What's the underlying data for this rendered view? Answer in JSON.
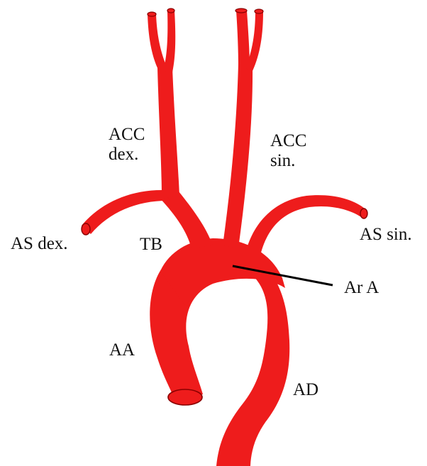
{
  "labels": {
    "acc_dex": [
      "ACC",
      "dex."
    ],
    "acc_sin": [
      "ACC",
      "sin."
    ],
    "as_dex": "AS dex.",
    "tb": "TB",
    "as_sin": "AS sin.",
    "ar_a": "Ar A",
    "aa": "AA",
    "ad": "AD"
  },
  "colors": {
    "vessel": "#ee1c1c",
    "outline": "#8a0000",
    "leader_line": "#000000",
    "text": "#111111",
    "background": "#ffffff"
  }
}
